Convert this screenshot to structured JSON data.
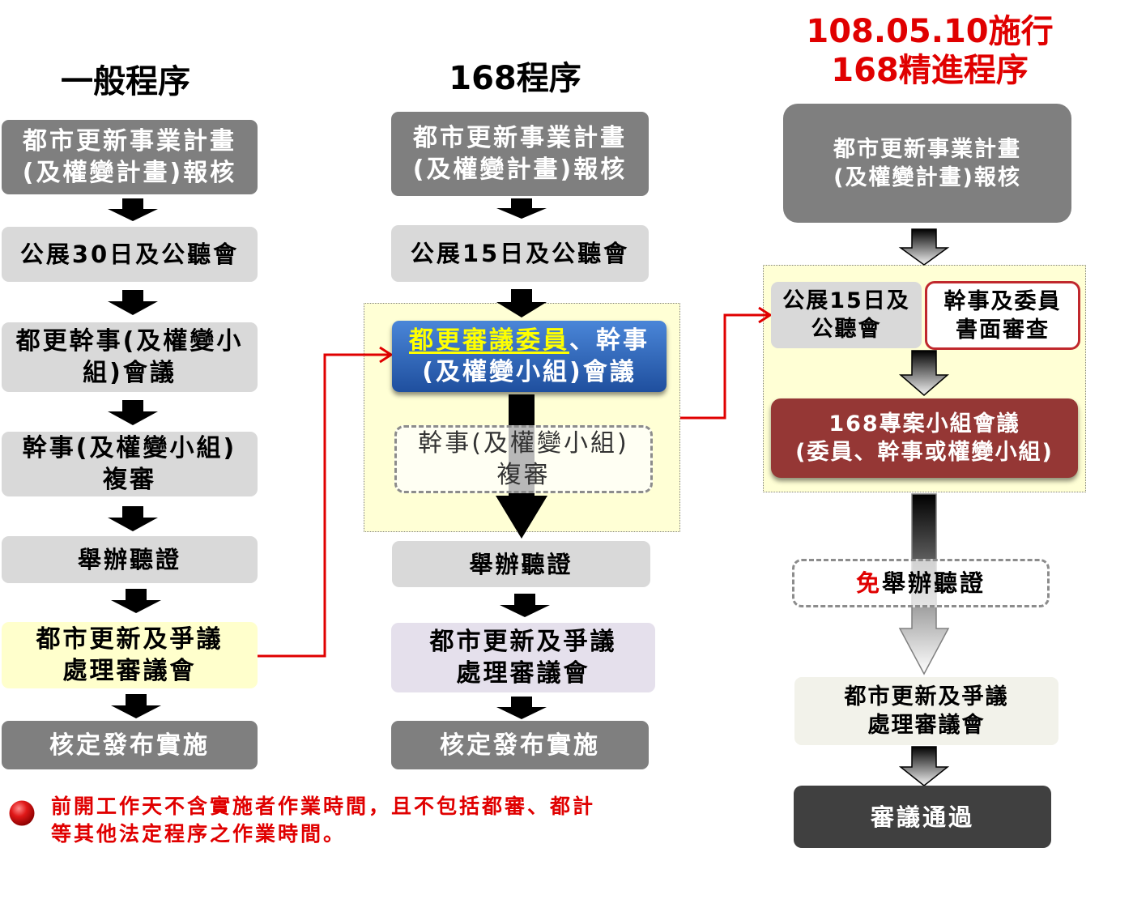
{
  "colors": {
    "dark_gray": "#7f7f7f",
    "light_gray": "#d9d9d9",
    "pale_yellow": "#ffffcc",
    "region_yellow": "#ffffd5",
    "lavender": "#e5e0ec",
    "off_white": "#f2f2ea",
    "charcoal": "#404040",
    "task_force_red": "#953735",
    "review_border_red": "#c0282d",
    "alert_red": "#e00000",
    "highlight_yellow": "#ffff00",
    "blue_top": "#4a86d8",
    "blue_bottom": "#1f4f9e"
  },
  "general": {
    "title": "一般程序",
    "steps": [
      {
        "lines": [
          "都市更新事業計畫",
          "(及權變計畫)報核"
        ]
      },
      {
        "lines": [
          "公展30日及公聽會"
        ]
      },
      {
        "lines": [
          "都更幹事(及權變小",
          "組)會議"
        ]
      },
      {
        "lines": [
          "幹事(及權變小組)",
          "複審"
        ]
      },
      {
        "lines": [
          "舉辦聽證"
        ]
      },
      {
        "lines": [
          "都市更新及爭議",
          "處理審議會"
        ]
      },
      {
        "lines": [
          "核定發布實施"
        ]
      }
    ]
  },
  "procedure168": {
    "title": "168程序",
    "submit": {
      "lines": [
        "都市更新事業計畫",
        "(及權變計畫)報核"
      ]
    },
    "exhibition": {
      "lines": [
        "公展15日及公聽會"
      ]
    },
    "joint_review": {
      "highlight": "都更審議委員",
      "rest": "、幹事",
      "line2": "(及權變小組)會議"
    },
    "secondary_review": {
      "lines": [
        "幹事(及權變小組)",
        "複審"
      ]
    },
    "hearing": {
      "lines": [
        "舉辦聽證"
      ]
    },
    "council": {
      "lines": [
        "都市更新及爭議",
        "處理審議會"
      ]
    },
    "approval": {
      "lines": [
        "核定發布實施"
      ]
    }
  },
  "enhanced168": {
    "title_lines": [
      "108.05.10施行",
      "168精進程序"
    ],
    "submit": {
      "lines": [
        "都市更新事業計畫",
        "(及權變計畫)報核"
      ]
    },
    "exhibition": {
      "lines": [
        "公展15日及",
        "公聽會"
      ]
    },
    "written_review": {
      "lines": [
        "幹事及委員",
        "書面審查"
      ]
    },
    "task_force": {
      "lines": [
        "168專案小組會議",
        "(委員、幹事或權變小組)"
      ]
    },
    "hearing_waived": {
      "prefix": "免",
      "rest": "舉辦聽證"
    },
    "council": {
      "lines": [
        "都市更新及爭議",
        "處理審議會"
      ]
    },
    "result": {
      "lines": [
        "審議通過"
      ]
    }
  },
  "footnote": {
    "lines": [
      "前開工作天不含實施者作業時間，且不包括都審、都計",
      "等其他法定程序之作業時間。"
    ]
  }
}
